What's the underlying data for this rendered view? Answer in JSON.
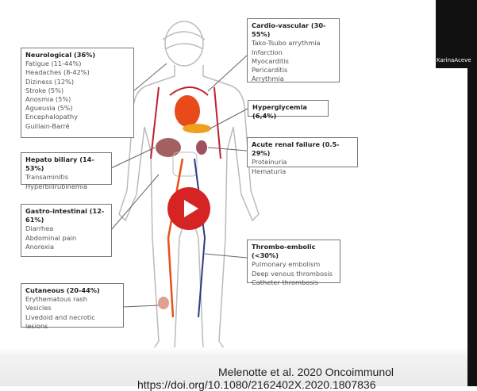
{
  "boxes": {
    "neuro": {
      "title": "Neurological (36%)",
      "items": [
        "Fatigue (11-44%)",
        "Headaches (8-42%)",
        "Diziness (12%)",
        "Stroke (5%)",
        "Anosmia (5%)",
        "Agueusia (5%)",
        "Encephalopathy",
        "Guillain-Barré"
      ]
    },
    "hepato": {
      "title": "Hepato biliary (14-53%)",
      "items": [
        "Transaminitis",
        "Hyperbilirubinemia"
      ]
    },
    "gastro": {
      "title": "Gastro-intestinal (12-61%)",
      "items": [
        "Diarrhea",
        "Abdominal pain",
        "Anorexia"
      ]
    },
    "cutaneous": {
      "title": "Cutaneous (20-44%)",
      "items": [
        "Erythematous rash",
        "Vesicles",
        "Livedoid and necrotic lesions"
      ]
    },
    "cardio": {
      "title": "Cardio-vascular (30-55%)",
      "items": [
        "Tako-Tsubo arrythmia",
        "Infarction",
        "Myocarditis",
        "Pericarditis",
        "Arrythmia"
      ]
    },
    "hyper": {
      "title": "Hyperglycemia (6,4%)"
    },
    "renal": {
      "title": "Acute renal failure (0.5-29%)",
      "items": [
        "Proteinuria",
        "Hematuria"
      ]
    },
    "thrombo": {
      "title": "Thrombo-embolic (<30%)",
      "items": [
        "Pulmonary embolism",
        "Deep venous thrombosis",
        "Catheter thrombosis"
      ]
    }
  },
  "citation": "Melenotte et al. 2020  Oncoimmunol",
  "doi": "https://doi.org/10.1080/2162402X.2020.1807836",
  "webcam": {
    "name": "KarinaAceve"
  }
}
